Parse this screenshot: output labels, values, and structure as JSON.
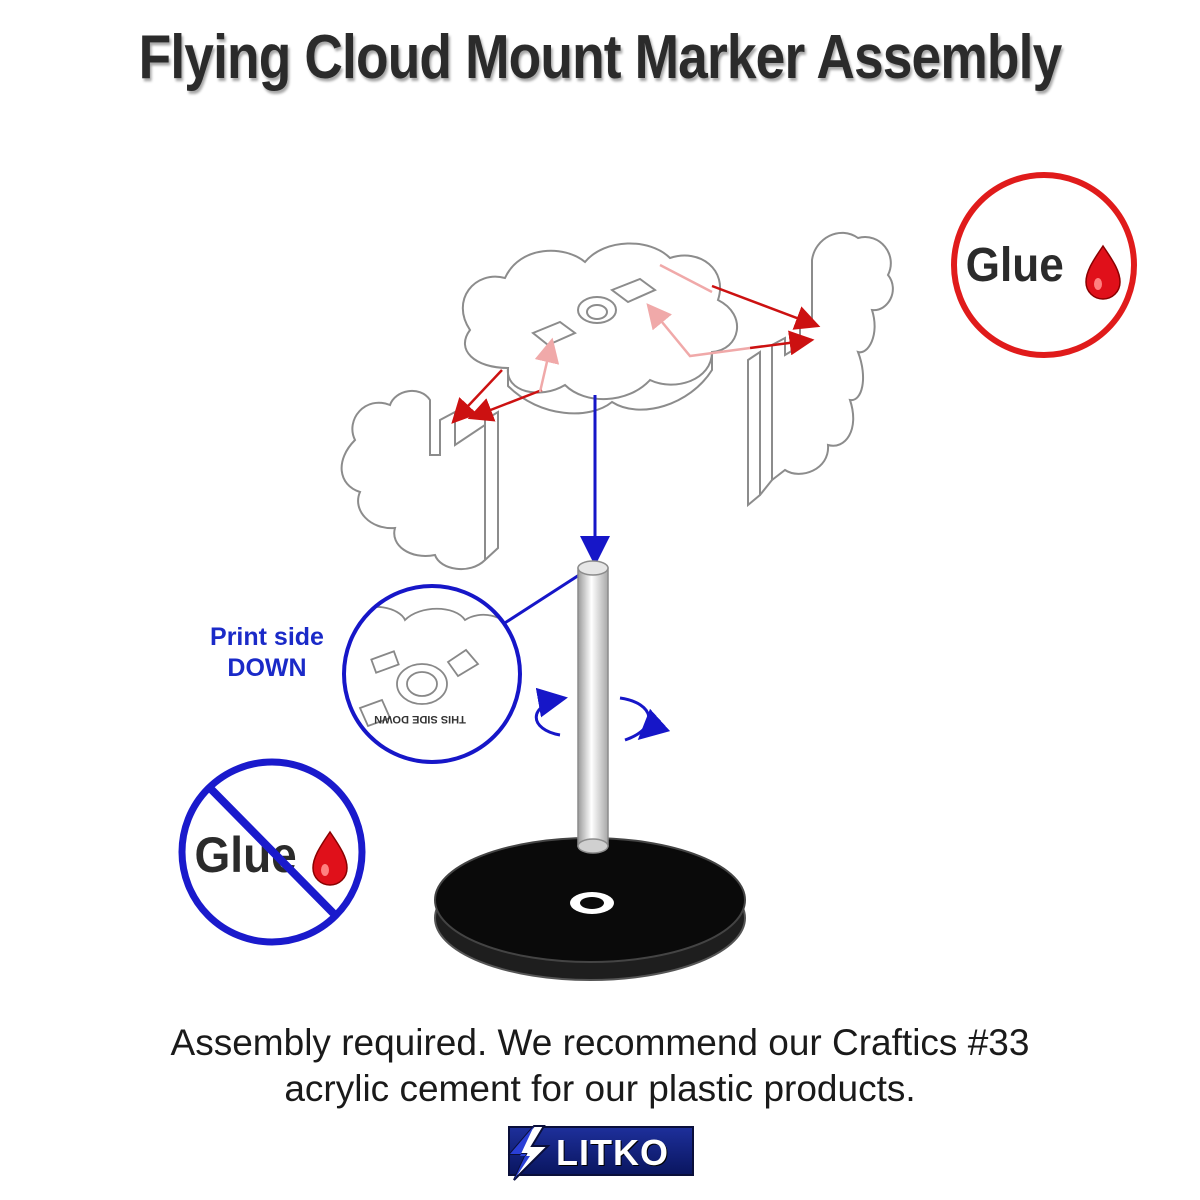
{
  "title": "Flying Cloud Mount Marker Assembly",
  "glue_yes": {
    "label": "Glue",
    "ring_color": "#e01b1b"
  },
  "glue_no": {
    "label": "Glue",
    "ring_color": "#1a1acc"
  },
  "print_side": {
    "line1": "Print side",
    "line2": "DOWN"
  },
  "inset_stamp": "THIS SIDE DOWN",
  "footer": {
    "line1": "Assembly required. We recommend our Craftics #33",
    "line2": "acrylic cement for our plastic products."
  },
  "logo": {
    "text": "LITKO"
  },
  "colors": {
    "title": "#2b2b2b",
    "glue_arrow": "#cc1111",
    "assembly_arrow": "#1616c8",
    "drop": "#e0101a",
    "base": "#0a0a0a"
  }
}
